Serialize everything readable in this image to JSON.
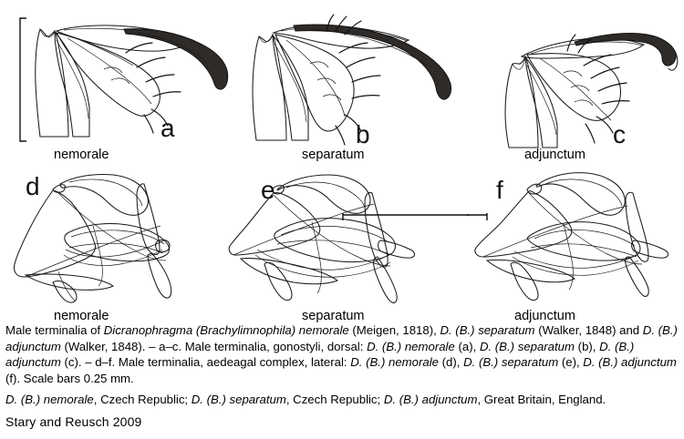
{
  "figure": {
    "top_row": {
      "panels": [
        {
          "letter": "a",
          "species_label": "nemorale"
        },
        {
          "letter": "b",
          "species_label": "separatum"
        },
        {
          "letter": "c",
          "species_label": "adjunctum"
        }
      ]
    },
    "bottom_row": {
      "panels": [
        {
          "letter": "d",
          "species_label": "nemorale"
        },
        {
          "letter": "e",
          "species_label": "separatum"
        },
        {
          "letter": "f",
          "species_label": "adjunctum"
        }
      ]
    },
    "scale_bars": {
      "vertical_panel": "a",
      "horizontal_panel": "e",
      "value": "0.25 mm"
    }
  },
  "caption": {
    "line1_a": "Male terminalia of ",
    "line1_i1": "Dicranophragma (Brachylimnophila) nemorale",
    "line1_b": " (Meigen, 1818), ",
    "line1_i2": "D. (B.) separatum",
    "line1_c": " (Walker, 1848) and ",
    "line1_i3": "D. (B.) adjunctum",
    "line1_d": " (Walker, 1848). – a–c. Male terminalia, gonostyli, dorsal: ",
    "line1_i4": "D. (B.) nemorale",
    "line1_e": " (a), ",
    "line1_i5": "D. (B.) separatum",
    "line1_f": " (b), ",
    "line1_i6": "D. (B.) adjunctum",
    "line1_g": " (c). – d–f. Male terminalia, aedeagal complex, lateral: ",
    "line1_i7": "D. (B.) nemorale",
    "line1_h": " (d), ",
    "line1_i8": "D. (B.) separatum",
    "line1_j": " (e), ",
    "line1_i9": "D. (B.) adjunctum",
    "line1_k": " (f).  Scale bars 0.25 mm.",
    "line2_i1": "D. (B.) nemorale",
    "line2_a": ", Czech Republic; ",
    "line2_i2": "D. (B.) separatum",
    "line2_b": ", Czech Republic; ",
    "line2_i3": "D. (B.) adjunctum",
    "line2_c": ", Great Britain, England.",
    "credit": "Stary and Reusch 2009"
  },
  "colors": {
    "ink": "#1a1a1a",
    "dark_fill": "#2e2b28",
    "background": "#ffffff"
  }
}
